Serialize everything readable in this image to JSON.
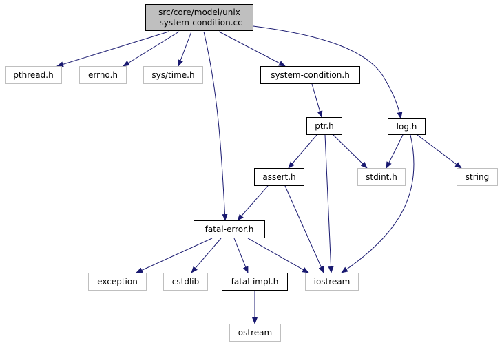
{
  "graph": {
    "root": {
      "line1": "src/core/model/unix",
      "line2": "-system-condition.cc"
    },
    "nodes": {
      "pthread": "pthread.h",
      "errno": "errno.h",
      "systime": "sys/time.h",
      "syscond": "system-condition.h",
      "ptr": "ptr.h",
      "log": "log.h",
      "assert": "assert.h",
      "stdint": "stdint.h",
      "string": "string",
      "fatalerror": "fatal-error.h",
      "exception": "exception",
      "cstdlib": "cstdlib",
      "fatalimpl": "fatal-impl.h",
      "iostream": "iostream",
      "ostream": "ostream"
    },
    "colors": {
      "edge": "#191970",
      "documented_border": "#000000",
      "external_border": "#bfbfbf",
      "root_fill": "#bfbfbf"
    }
  }
}
